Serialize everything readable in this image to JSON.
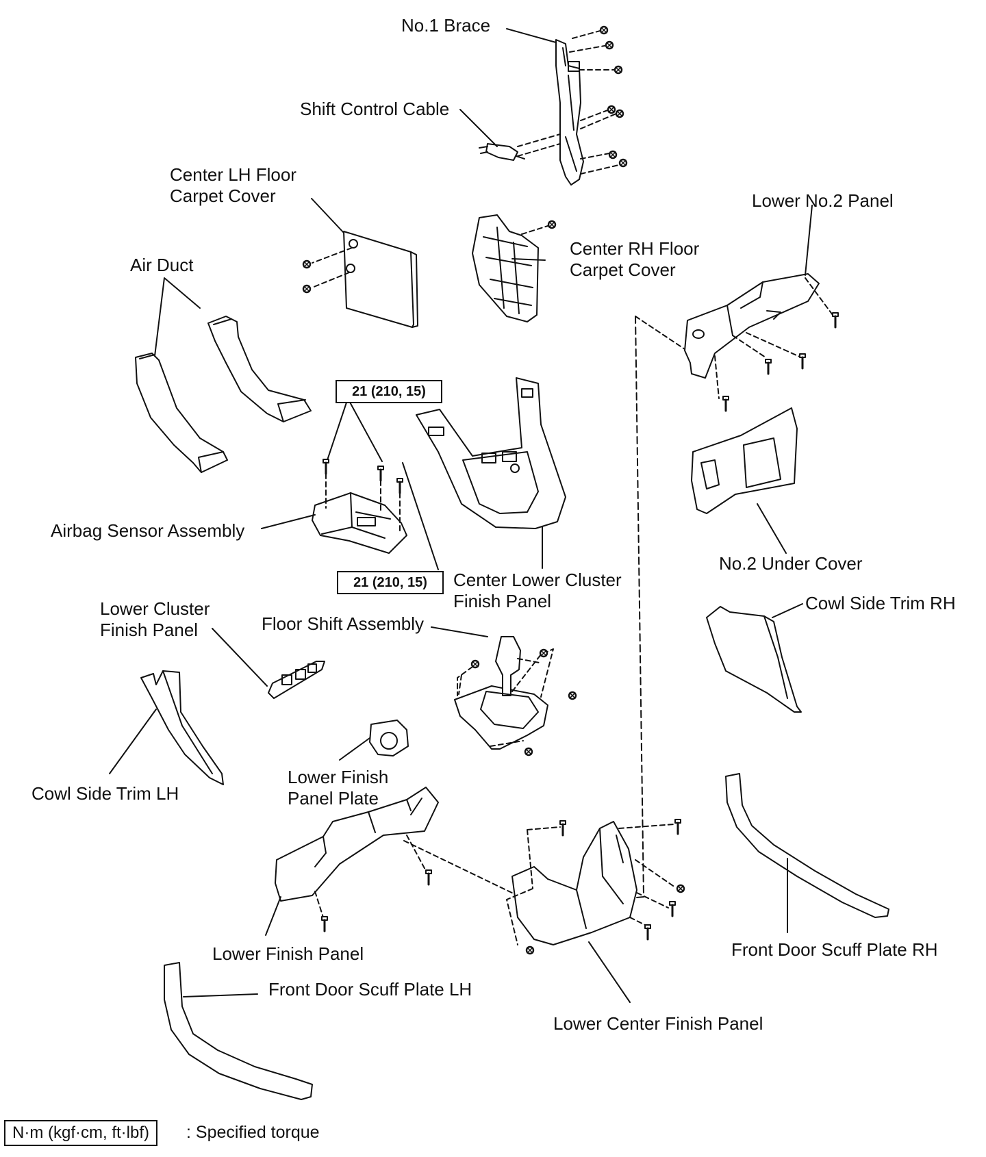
{
  "labels": {
    "no1_brace": "No.1 Brace",
    "shift_control_cable": "Shift Control Cable",
    "center_lh_floor_carpet_cover": "Center LH Floor\nCarpet Cover",
    "lower_no2_panel": "Lower No.2 Panel",
    "center_rh_floor_carpet_cover": "Center RH Floor\nCarpet Cover",
    "air_duct": "Air Duct",
    "airbag_sensor_assembly": "Airbag Sensor Assembly",
    "center_lower_cluster_finish_panel": "Center Lower Cluster\nFinish Panel",
    "no2_under_cover": "No.2 Under Cover",
    "lower_cluster_finish_panel": "Lower Cluster\nFinish Panel",
    "floor_shift_assembly": "Floor Shift Assembly",
    "cowl_side_trim_rh": "Cowl Side Trim RH",
    "cowl_side_trim_lh": "Cowl Side Trim LH",
    "lower_finish_panel_plate": "Lower Finish\nPanel Plate",
    "lower_finish_panel": "Lower Finish Panel",
    "front_door_scuff_plate_rh": "Front Door Scuff Plate RH",
    "front_door_scuff_plate_lh": "Front Door Scuff Plate LH",
    "lower_center_finish_panel": "Lower Center Finish Panel"
  },
  "torque": {
    "upper": "21 (210, 15)",
    "lower": "21 (210, 15)"
  },
  "legend": {
    "unit": "N·m (kgf·cm, ft·lbf)",
    "description": ": Specified torque"
  }
}
